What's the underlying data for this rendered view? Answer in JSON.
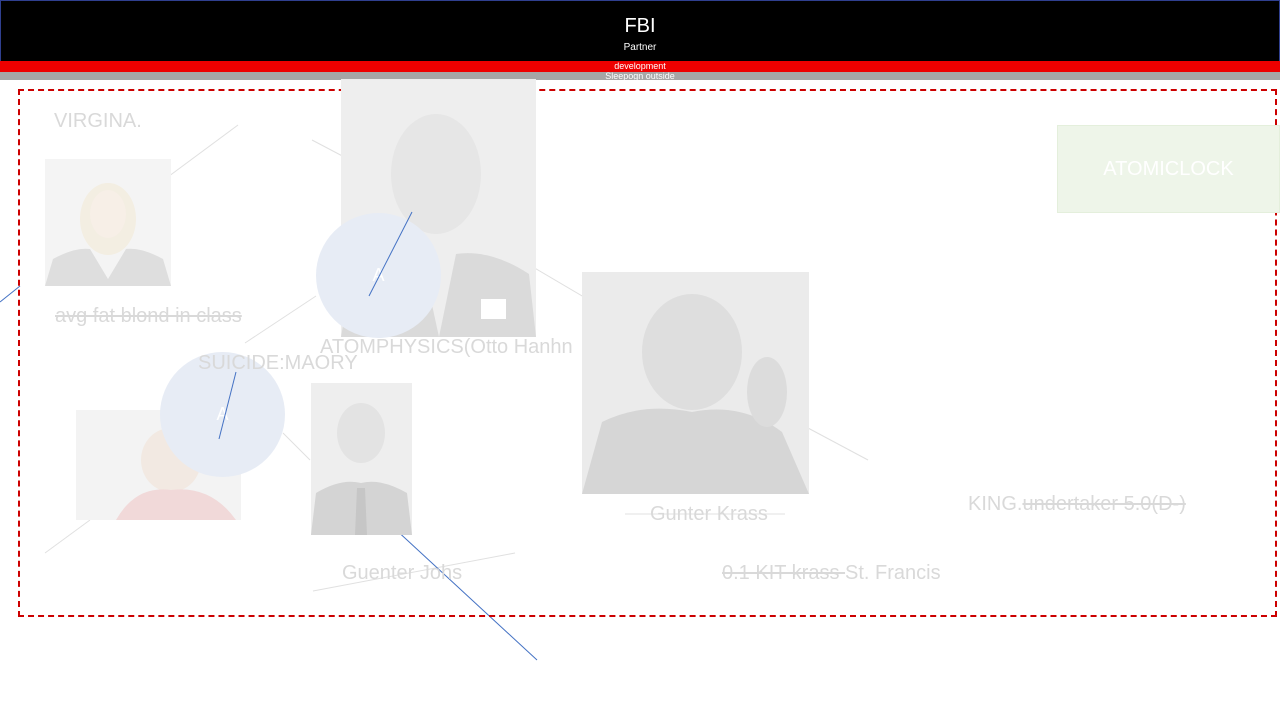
{
  "header": {
    "title": "FBI",
    "subtitle": "Partner"
  },
  "bars": {
    "red_text": "development",
    "gray_text": "Sleepogn outside"
  },
  "labels": {
    "virgina": "VIRGINA.",
    "avg": "avg fat blond in class",
    "atomphysics": "ATOMPHYSICS(Otto Hanhn",
    "suicide": "SUICIDE:MAORY",
    "gunter": "Gunter Krass",
    "guenter": "Guenter Johs",
    "kit_struck": "0.1 KIT krass ",
    "kit_rest": "St. Francis",
    "king_prefix": "KING.",
    "king_struck": "undertaker 5.0(D-)",
    "atomiclock": "ATOMICLOCK"
  },
  "circles": {
    "c1": "A",
    "c2": "A"
  },
  "colors": {
    "header_bg": "#000000",
    "red_bar": "#ee0000",
    "gray_bar": "#a6a6a6",
    "frame": "#cc0000",
    "faded_text": "#d9d9d9",
    "line_blue": "#4472c4"
  }
}
